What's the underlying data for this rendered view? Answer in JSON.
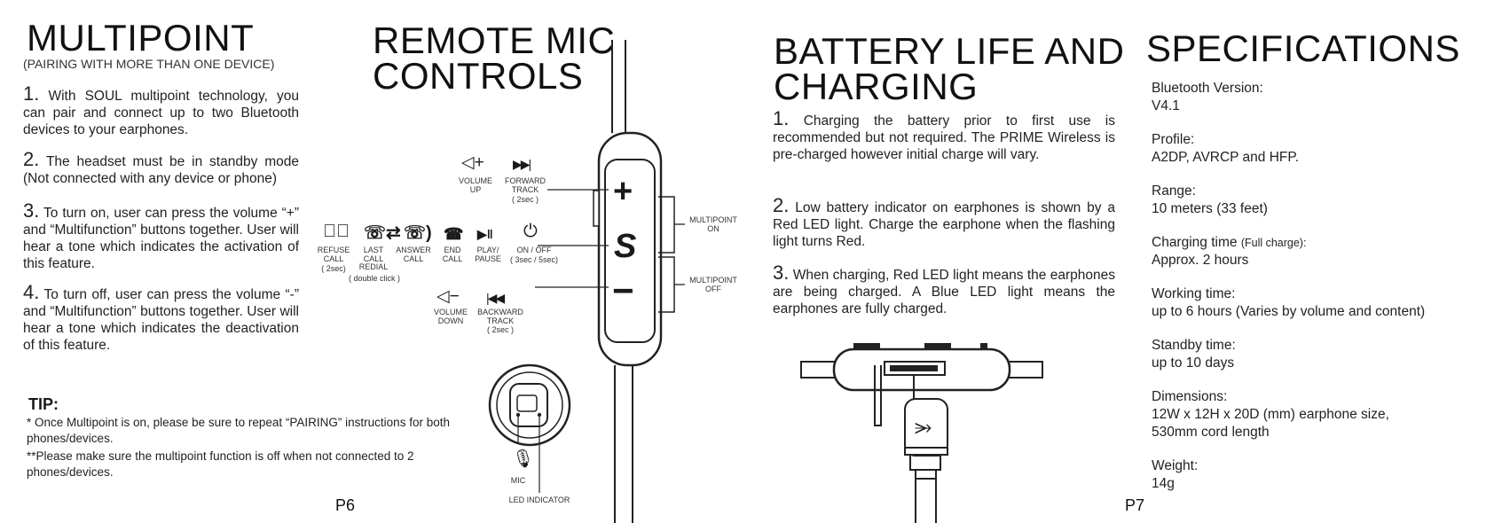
{
  "left": {
    "title": "MULTIPOINT",
    "subtitle": "(PAIRING WITH MORE THAN ONE DEVICE)",
    "steps": [
      {
        "num": "1.",
        "text": "With SOUL multipoint technology, you can pair and connect up to two Bluetooth devices to your earphones."
      },
      {
        "num": "2.",
        "text": "The headset must be in standby mode (Not connected with any device or phone)"
      },
      {
        "num": "3.",
        "text": "To turn on, user can press the volume “+” and “Multifunction” buttons together. User will hear a tone which indicates the activation of this feature."
      },
      {
        "num": "4.",
        "text": "To turn off, user can press the volume “-” and “Multifunction” buttons together. User will hear a tone which indicates the deactivation of this feature."
      }
    ],
    "tip_title": "TIP:",
    "tip_lines": [
      "* Once Multipoint is on, please be sure to repeat “PAIRING” instructions for both phones/devices.",
      "**Please make sure the multipoint function is off when not connected to 2 phones/devices."
    ],
    "page": "P6"
  },
  "remote": {
    "title_line1": "REMOTE MIC",
    "title_line2": "CONTROLS",
    "vol_up": "VOLUME UP",
    "fwd": "FORWARD TRACK",
    "fwd_time": "( 2sec )",
    "refuse": "REFUSE CALL",
    "refuse_time": "( 2sec)",
    "last": "LAST CALL REDIAL",
    "last_note": "( double click )",
    "answer": "ANSWER CALL",
    "end": "END CALL",
    "play": "PLAY/ PAUSE",
    "onoff": "ON / OFF",
    "onoff_time": "( 3sec / 5sec)",
    "vol_down": "VOLUME DOWN",
    "back": "BACKWARD TRACK",
    "back_time": "( 2sec )",
    "mp_on": "MULTIPOINT ON",
    "mp_off": "MULTIPOINT OFF",
    "mic": "MIC",
    "led": "LED INDICATOR",
    "plus_symbol": "+",
    "minus_symbol": "−",
    "s_symbol": "S"
  },
  "battery": {
    "title_line1": "BATTERY LIFE AND",
    "title_line2": "CHARGING",
    "steps": [
      {
        "num": "1.",
        "text": "Charging the battery prior to first use is recommended but not required. The PRIME Wireless is pre-charged however initial charge will vary."
      },
      {
        "num": "2.",
        "text": "Low battery indicator on earphones is shown by a Red LED light. Charge the earphone when the flashing light turns Red."
      },
      {
        "num": "3.",
        "text": "When charging, Red LED light means the earphones are being charged.  A Blue LED light means the earphones are fully charged."
      }
    ]
  },
  "specs": {
    "title": "SPECIFICATIONS",
    "items": [
      {
        "label": "Bluetooth Version:",
        "value": "V4.1"
      },
      {
        "label": "Profile:",
        "value": "A2DP, AVRCP and HFP."
      },
      {
        "label": "Range:",
        "value": "10 meters (33 feet)"
      },
      {
        "label": "Charging time",
        "label_small": "(Full charge):",
        "value": "Approx. 2 hours"
      },
      {
        "label": "Working time:",
        "value": "up to 6 hours (Varies by volume and content)"
      },
      {
        "label": "Standby time:",
        "value": "up to 10 days"
      },
      {
        "label": "Dimensions:",
        "value": "12W x 12H x 20D (mm) earphone size,",
        "value2": "530mm cord length"
      },
      {
        "label": "Weight:",
        "value": "14g"
      }
    ],
    "page": "P7"
  },
  "icons": [
    "volume-up-icon",
    "forward-track-icon",
    "refuse-call-icon",
    "last-call-icon",
    "answer-call-icon",
    "end-call-icon",
    "play-pause-icon",
    "power-icon",
    "volume-down-icon",
    "backward-track-icon",
    "mic-icon",
    "usb-icon"
  ]
}
